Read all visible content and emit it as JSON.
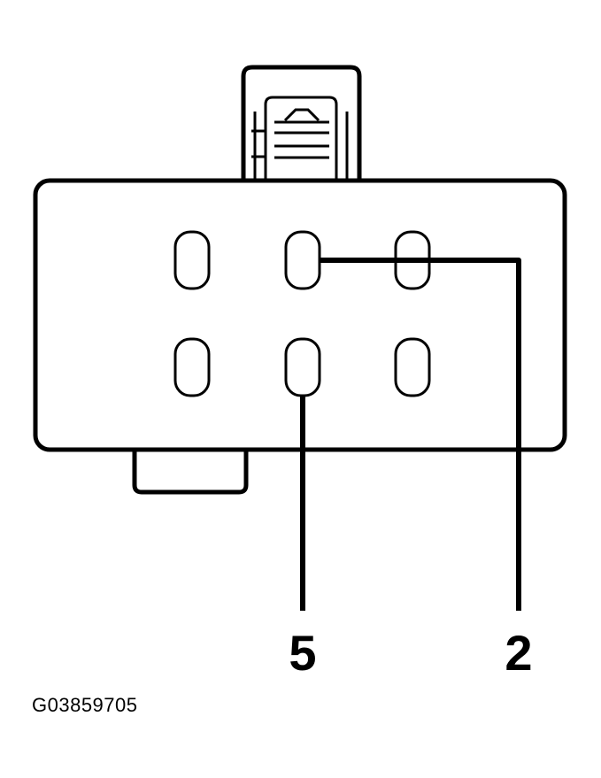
{
  "diagram": {
    "labels": {
      "pin_a": "5",
      "pin_b": "2"
    },
    "figure_id": "G03859705",
    "colors": {
      "stroke": "#000000",
      "fill": "#ffffff"
    }
  }
}
